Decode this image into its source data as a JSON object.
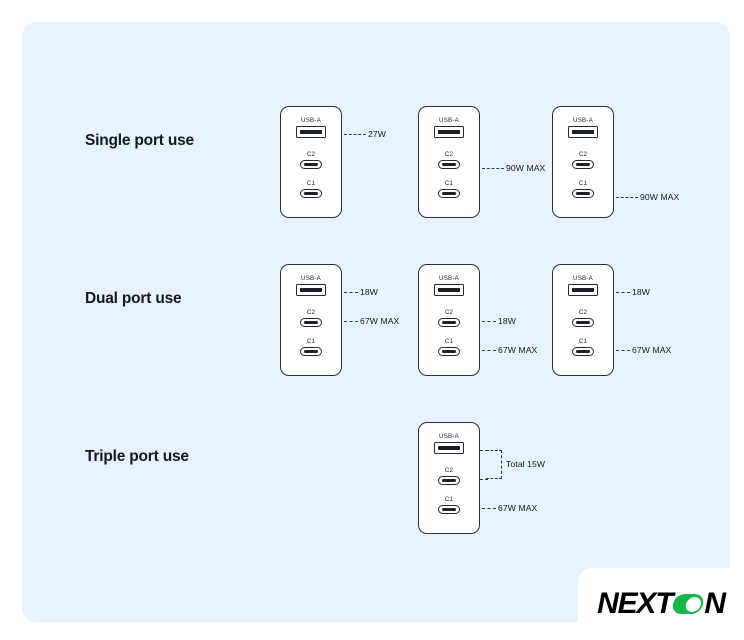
{
  "panel": {
    "background_color": "#e8f2fd",
    "page_background": "#ffffff"
  },
  "rows": [
    {
      "title": "Single port use",
      "chargers": [
        {
          "ports": [
            {
              "name": "USB-A",
              "label": "USB-A",
              "type": "usb-a"
            },
            {
              "name": "C2",
              "label": "C2",
              "type": "usb-c"
            },
            {
              "name": "C1",
              "label": "C1",
              "type": "usb-c"
            }
          ],
          "callouts": [
            {
              "text": "27W",
              "from_port": "USB-A"
            }
          ]
        },
        {
          "ports": [
            {
              "name": "USB-A",
              "label": "USB-A",
              "type": "usb-a"
            },
            {
              "name": "C2",
              "label": "C2",
              "type": "usb-c"
            },
            {
              "name": "C1",
              "label": "C1",
              "type": "usb-c"
            }
          ],
          "callouts": [
            {
              "text": "90W MAX",
              "from_port": "C2"
            }
          ]
        },
        {
          "ports": [
            {
              "name": "USB-A",
              "label": "USB-A",
              "type": "usb-a"
            },
            {
              "name": "C2",
              "label": "C2",
              "type": "usb-c"
            },
            {
              "name": "C1",
              "label": "C1",
              "type": "usb-c"
            }
          ],
          "callouts": [
            {
              "text": "90W MAX",
              "from_port": "C1"
            }
          ]
        }
      ]
    },
    {
      "title": "Dual port use",
      "chargers": [
        {
          "ports": [
            {
              "name": "USB-A",
              "label": "USB-A",
              "type": "usb-a"
            },
            {
              "name": "C2",
              "label": "C2",
              "type": "usb-c"
            },
            {
              "name": "C1",
              "label": "C1",
              "type": "usb-c"
            }
          ],
          "callouts": [
            {
              "text": "18W",
              "from_port": "USB-A"
            },
            {
              "text": "67W MAX",
              "from_port": "C2"
            }
          ]
        },
        {
          "ports": [
            {
              "name": "USB-A",
              "label": "USB-A",
              "type": "usb-a"
            },
            {
              "name": "C2",
              "label": "C2",
              "type": "usb-c"
            },
            {
              "name": "C1",
              "label": "C1",
              "type": "usb-c"
            }
          ],
          "callouts": [
            {
              "text": "18W",
              "from_port": "C2"
            },
            {
              "text": "67W MAX",
              "from_port": "C1"
            }
          ]
        },
        {
          "ports": [
            {
              "name": "USB-A",
              "label": "USB-A",
              "type": "usb-a"
            },
            {
              "name": "C2",
              "label": "C2",
              "type": "usb-c"
            },
            {
              "name": "C1",
              "label": "C1",
              "type": "usb-c"
            }
          ],
          "callouts": [
            {
              "text": "18W",
              "from_port": "USB-A"
            },
            {
              "text": "67W MAX",
              "from_port": "C1"
            }
          ]
        }
      ]
    },
    {
      "title": "Triple port use",
      "chargers": [
        {
          "ports": [
            {
              "name": "USB-A",
              "label": "USB-A",
              "type": "usb-a"
            },
            {
              "name": "C2",
              "label": "C2",
              "type": "usb-c"
            },
            {
              "name": "C1",
              "label": "C1",
              "type": "usb-c"
            }
          ],
          "callouts": [
            {
              "text": "Total 15W",
              "from_port": "USB-A+C2",
              "bracket": true
            },
            {
              "text": "67W MAX",
              "from_port": "C1"
            }
          ]
        }
      ]
    }
  ],
  "logo": {
    "text_before": "NEXT",
    "toggle_icon": "toggle-on-icon",
    "text_after": "N",
    "accent_color": "#19b44a"
  }
}
